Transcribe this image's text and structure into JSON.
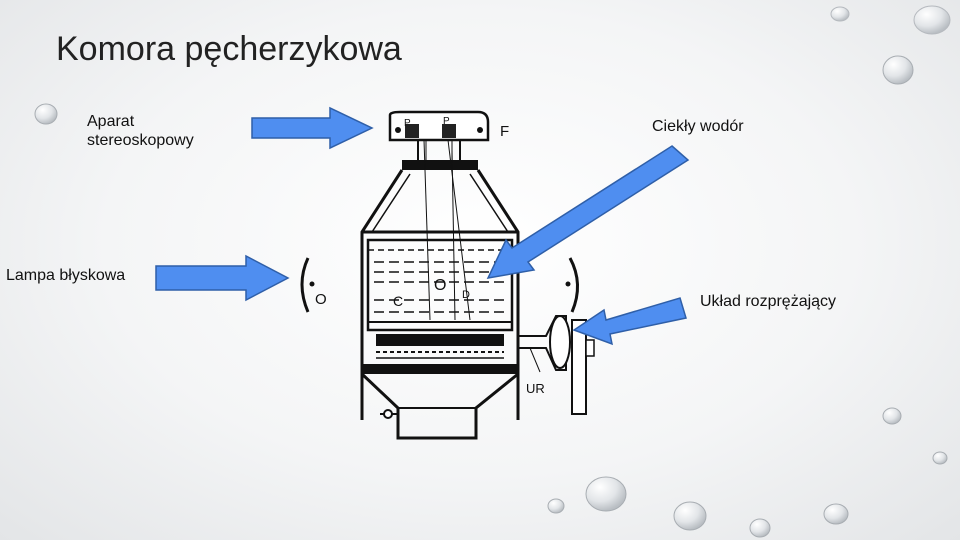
{
  "slide": {
    "title": "Komora pęcherzykowa"
  },
  "labels": {
    "aparat": "Aparat stereoskopowy",
    "ciekly": "Ciekły wodór",
    "lampa": "Lampa błyskowa",
    "uklad": "Układ rozprężający"
  },
  "diagram": {
    "letters": {
      "p1": "P",
      "p2": "P",
      "f": "F",
      "o": "O",
      "c": "C",
      "d": "D",
      "ur": "UR"
    }
  },
  "colors": {
    "arrow_fill": "#4f8ef0",
    "arrow_stroke": "#2f5fa8",
    "title": "#222222"
  },
  "icons": [
    "water-droplet-icon"
  ]
}
